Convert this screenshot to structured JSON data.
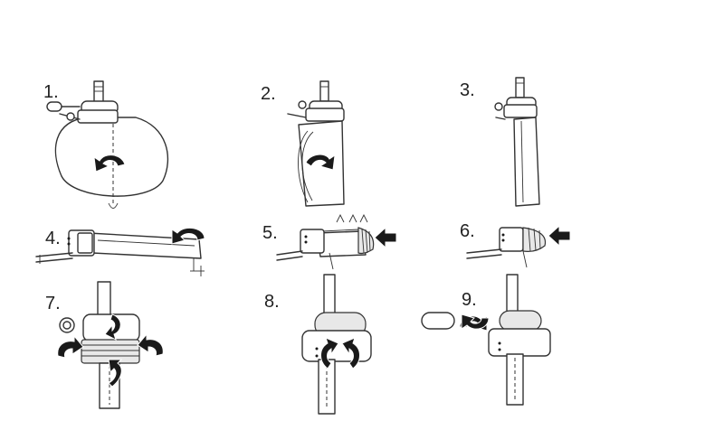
{
  "steps": [
    {
      "number": "1."
    },
    {
      "number": "2."
    },
    {
      "number": "3."
    },
    {
      "number": "4."
    },
    {
      "number": "5."
    },
    {
      "number": "6."
    },
    {
      "number": "7."
    },
    {
      "number": "8."
    },
    {
      "number": "9."
    }
  ]
}
